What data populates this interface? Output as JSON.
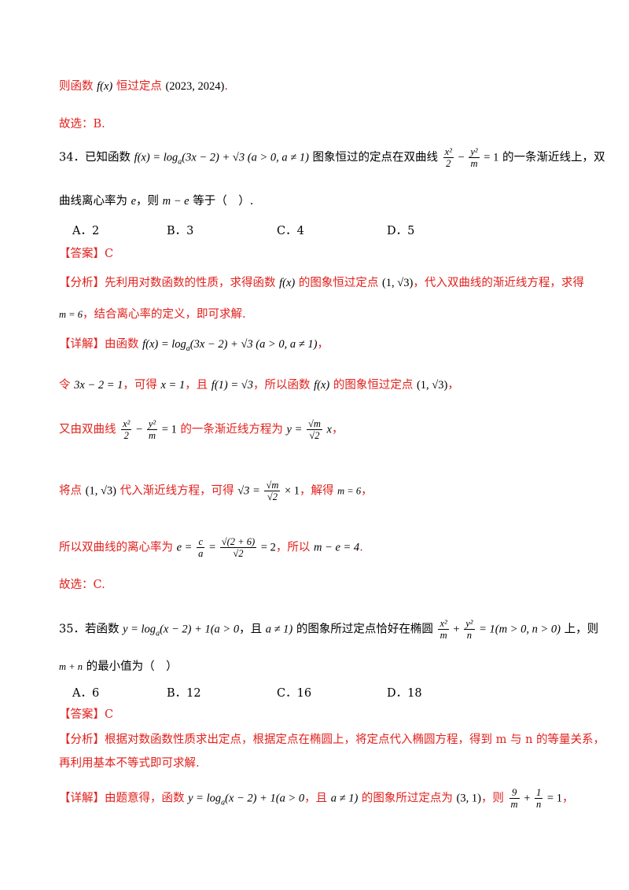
{
  "l1": {
    "pre": "则函数 ",
    "fx": "f(x)",
    "mid": " 恒过定点 ",
    "pt": "(2023, 2024)",
    "end": "."
  },
  "l2": "故选：B.",
  "q34": {
    "pre": "34．已知函数 ",
    "f": "f(x) = log",
    "sub": "a",
    "f2": "(3x − 2) + √3 (a > 0, a ≠ 1)",
    "mid": " 图象恒过的定点在双曲线 ",
    "hx": "x²",
    "h2": "2",
    "hy": "y²",
    "hm": "m",
    "heq": " = 1",
    "end": " 的一条渐近线上，双",
    "line2a": "曲线离心率为 ",
    "e": "e",
    "line2b": "，则 ",
    "me": "m − e",
    "line2c": " 等于（　）."
  },
  "opts34": [
    "A．2",
    "B．3",
    "C．4",
    "D．5"
  ],
  "ans34": {
    "tag": "【答案】",
    "val": "C"
  },
  "ana34": {
    "tag": "【分析】",
    "a": "先利用对数函数的性质，求得函数 ",
    "fx": "f(x)",
    "b": " 的图象恒过定点 ",
    "pt": "(1, √3)",
    "c": "，代入双曲线的渐近线方程，求得",
    "d": "m = 6",
    "e": "，结合离心率的定义，即可求解."
  },
  "det34": {
    "tag": "【详解】",
    "l1a": "由函数 ",
    "l1f": "f(x) = log",
    "l1s": "a",
    "l1g": "(3x − 2) + √3 (a > 0, a ≠ 1)",
    "l1e": "，",
    "l2a": "令 ",
    "l2b": "3x − 2 = 1",
    "l2c": "，可得 ",
    "l2d": "x = 1",
    "l2e": "，且 ",
    "l2f": "f(1) = √3",
    "l2g": "，所以函数 ",
    "l2h": "f(x)",
    "l2i": " 的图象恒过定点 ",
    "l2j": "(1, √3)",
    "l2k": "，",
    "l3a": "又由双曲线 ",
    "l3x": "x²",
    "l3two": "2",
    "l3y": "y²",
    "l3m": "m",
    "l3eq": " = 1",
    "l3b": " 的一条渐近线方程为 ",
    "l3y2": "y = ",
    "l3sm": "√m",
    "l3s2": "√2",
    "l3x2": " x",
    "l3c": "，",
    "l4a": "将点 ",
    "l4pt": "(1, √3)",
    "l4b": " 代入渐近线方程，可得 ",
    "l4s3": "√3 = ",
    "l4sm": "√m",
    "l4s2": "√2",
    "l4x": " × 1",
    "l4c": "，解得 ",
    "l4m": "m = 6",
    "l4d": "，",
    "l5a": "所以双曲线的离心率为 ",
    "l5e": "e = ",
    "l5c": "c",
    "l5aa": "a",
    "l5eq1": " = ",
    "l5n": "√(2 + 6)",
    "l5d": "√2",
    "l5eq2": " = 2",
    "l5b": "，所以 ",
    "l5me": "m − e = 4",
    "l5end": "."
  },
  "sel34": "故选：C.",
  "q35": {
    "pre": "35．若函数 ",
    "f": "y = log",
    "sub": "a",
    "f2": "(x − 2) + 1(a > 0",
    "mid": "，且 ",
    "cond": "a ≠ 1)",
    "mid2": " 的图象所过定点恰好在椭圆 ",
    "ex": "x²",
    "em": "m",
    "ey": "y²",
    "en": "n",
    "eeq": " = 1(m > 0, n > 0)",
    "end": " 上，则",
    "line2a": "m + n",
    "line2b": " 的最小值为（　）"
  },
  "opts35": [
    "A．6",
    "B．12",
    "C．16",
    "D．18"
  ],
  "ans35": {
    "tag": "【答案】",
    "val": "C"
  },
  "ana35": {
    "tag": "【分析】",
    "a": "根据对数函数性质求出定点，根据定点在椭圆上，将定点代入椭圆方程，得到 m 与 n 的等量关系，",
    "b": "再利用基本不等式即可求解."
  },
  "det35": {
    "tag": "【详解】",
    "a": "由题意得，函数 ",
    "f": "y = log",
    "sub": "a",
    "f2": "(x − 2) + 1(a > 0",
    "b": "，且 ",
    "cond": "a ≠ 1)",
    "c": " 的图象所过定点为 ",
    "pt": "(3, 1)",
    "d": "，则 ",
    "n9": "9",
    "dm": "m",
    "n1": "1",
    "dn": "n",
    "eq": " = 1",
    "end": "，"
  }
}
